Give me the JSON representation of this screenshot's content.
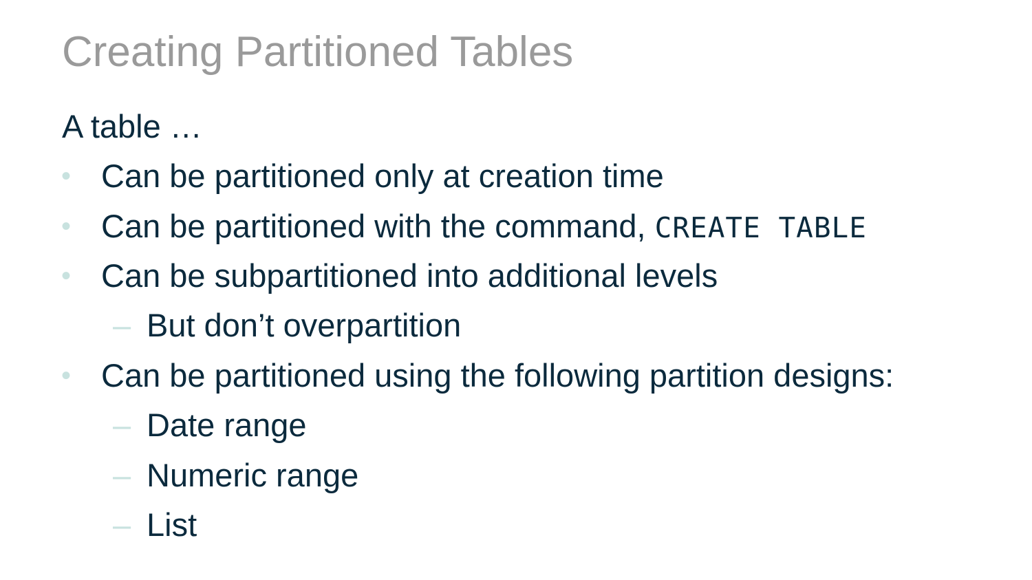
{
  "slide": {
    "title": "Creating Partitioned Tables",
    "intro": "A table …",
    "bullet_glyph": "•",
    "dash_glyph": "–",
    "items": [
      {
        "text": "Can be partitioned only at creation time"
      },
      {
        "text": "Can be partitioned with the command, ",
        "code": "CREATE TABLE"
      },
      {
        "text": "Can be subpartitioned into additional levels"
      },
      {
        "text": "But don’t overpartition"
      },
      {
        "text": "Can be partitioned using the following partition designs:"
      },
      {
        "text": "Date range"
      },
      {
        "text": "Numeric range"
      },
      {
        "text": "List"
      }
    ]
  },
  "colors": {
    "title": "#9a9a9a",
    "body_text": "#0b2a3d",
    "bullet_marker": "#c8e2df"
  }
}
